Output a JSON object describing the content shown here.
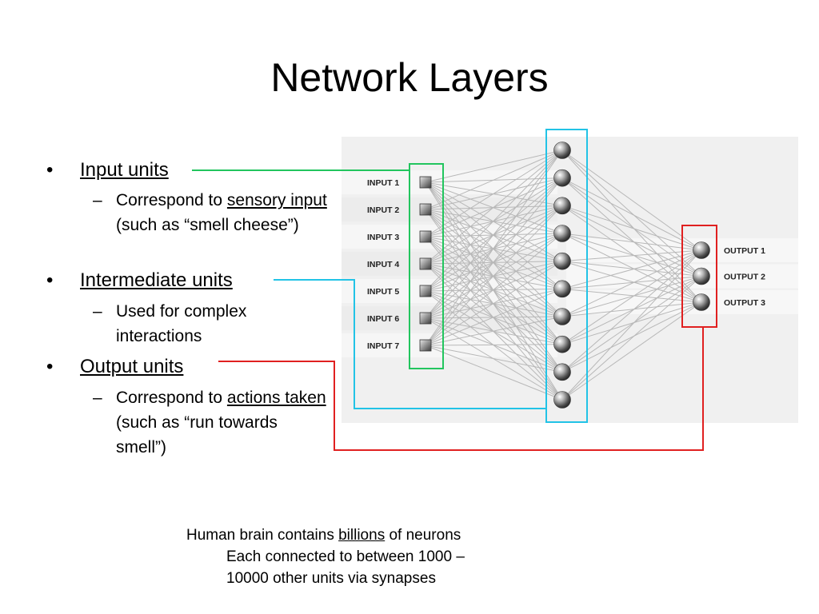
{
  "slide": {
    "title": "Network Layers"
  },
  "bullets": [
    {
      "label": "Input units",
      "sub": {
        "pre": "Correspond to ",
        "link": "sensory input",
        "post": " (such as “smell cheese”)"
      }
    },
    {
      "label": "Intermediate units",
      "sub": {
        "pre": "Used for complex interactions",
        "link": "",
        "post": ""
      }
    },
    {
      "label": "Output units",
      "sub": {
        "pre": "Correspond to ",
        "link": "actions taken",
        "post": " (such as “run towards smell”)"
      }
    }
  ],
  "bullet_glyph": "•",
  "dash_glyph": "–",
  "network": {
    "input_labels": [
      "INPUT 1",
      "INPUT 2",
      "INPUT 3",
      "INPUT 4",
      "INPUT 5",
      "INPUT 6",
      "INPUT 7"
    ],
    "hidden_count": 10,
    "output_labels": [
      "OUTPUT 1",
      "OUTPUT 2",
      "OUTPUT 3"
    ]
  },
  "colors": {
    "input_frame": "#22c55e",
    "hidden_frame": "#22c3e6",
    "output_frame": "#e02020",
    "links": "#b8b8b8"
  },
  "note": {
    "line1_pre": "Human brain contains ",
    "line1_link": "billions",
    "line1_post": " of neurons",
    "line2": "Each connected to between 1000 –",
    "line3": "10000 other units via synapses"
  }
}
